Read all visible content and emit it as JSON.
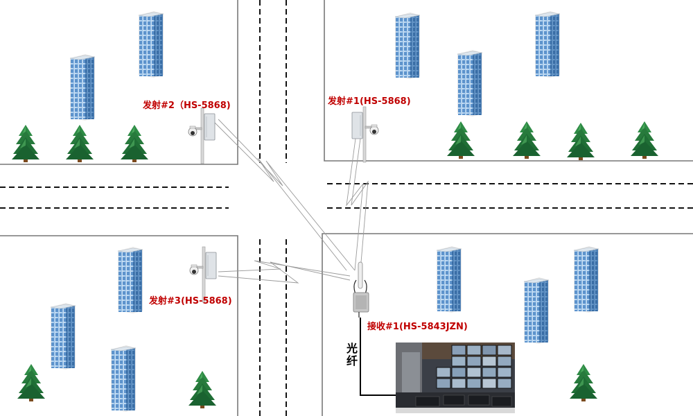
{
  "labels": {
    "tx2": "发射#2（HS-5868)",
    "tx1": "发射#1(HS-5868)",
    "tx3": "发射#3(HS-5868)",
    "rx1": "接收#1(HS-5843JZN)",
    "fiber": "光纤"
  },
  "icons": {
    "building": "office-building-icon",
    "tree": "pine-tree-icon",
    "transmitter": "pole-camera-transmitter-icon",
    "receiver": "omni-antenna-receiver-icon",
    "monitor_room": "video-wall-control-room"
  },
  "colors": {
    "label": "#c00000",
    "road_edge": "#777777",
    "dash": "#111111",
    "building_glass": "#8fb8e0",
    "tree": "#1e7a3c",
    "fiber": "#000000"
  }
}
